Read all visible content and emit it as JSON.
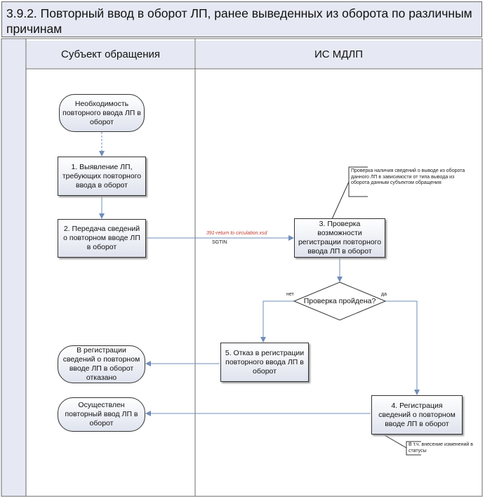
{
  "title": "3.9.2. Повторный ввод в оборот ЛП, ранее выведенных из оборота по различным причинам",
  "lanes": {
    "subject": "Субъект обращения",
    "system": "ИС МДЛП"
  },
  "nodes": {
    "start": "Необходимость повторного ввода ЛП в оборот",
    "step1": "1. Выявление ЛП, требующих повторного ввода в оборот",
    "step2": "2. Передача сведений о повторном вводе ЛП в оборот",
    "step3": "3. Проверка возможности регистрации повторного ввода ЛП в оборот",
    "decision": "Проверка пройдена?",
    "step5": "5. Отказ в регистрации повторного ввода ЛП в оборот",
    "step4": "4. Регистрация сведений о повторном вводе ЛП в оборот",
    "end_refused": "В регистрации сведений о повторном вводе ЛП в оборот отказано",
    "end_done": "Осуществлен повторный ввод ЛП в оборот"
  },
  "labels": {
    "message": "391-return to circulation.xsd",
    "sgtin": "SGTIN",
    "no": "нет",
    "yes": "да"
  },
  "notes": {
    "check": "Проверка наличия сведений о выводе из оборота данного ЛП в зависимости от типа вывода из оборота данным субъектом обращения",
    "status": "В т.ч. внесение изменений в статусы"
  },
  "colors": {
    "header_bg": "#e6e9f3",
    "connector": "#6f8db8",
    "message_text": "#c0392b"
  }
}
